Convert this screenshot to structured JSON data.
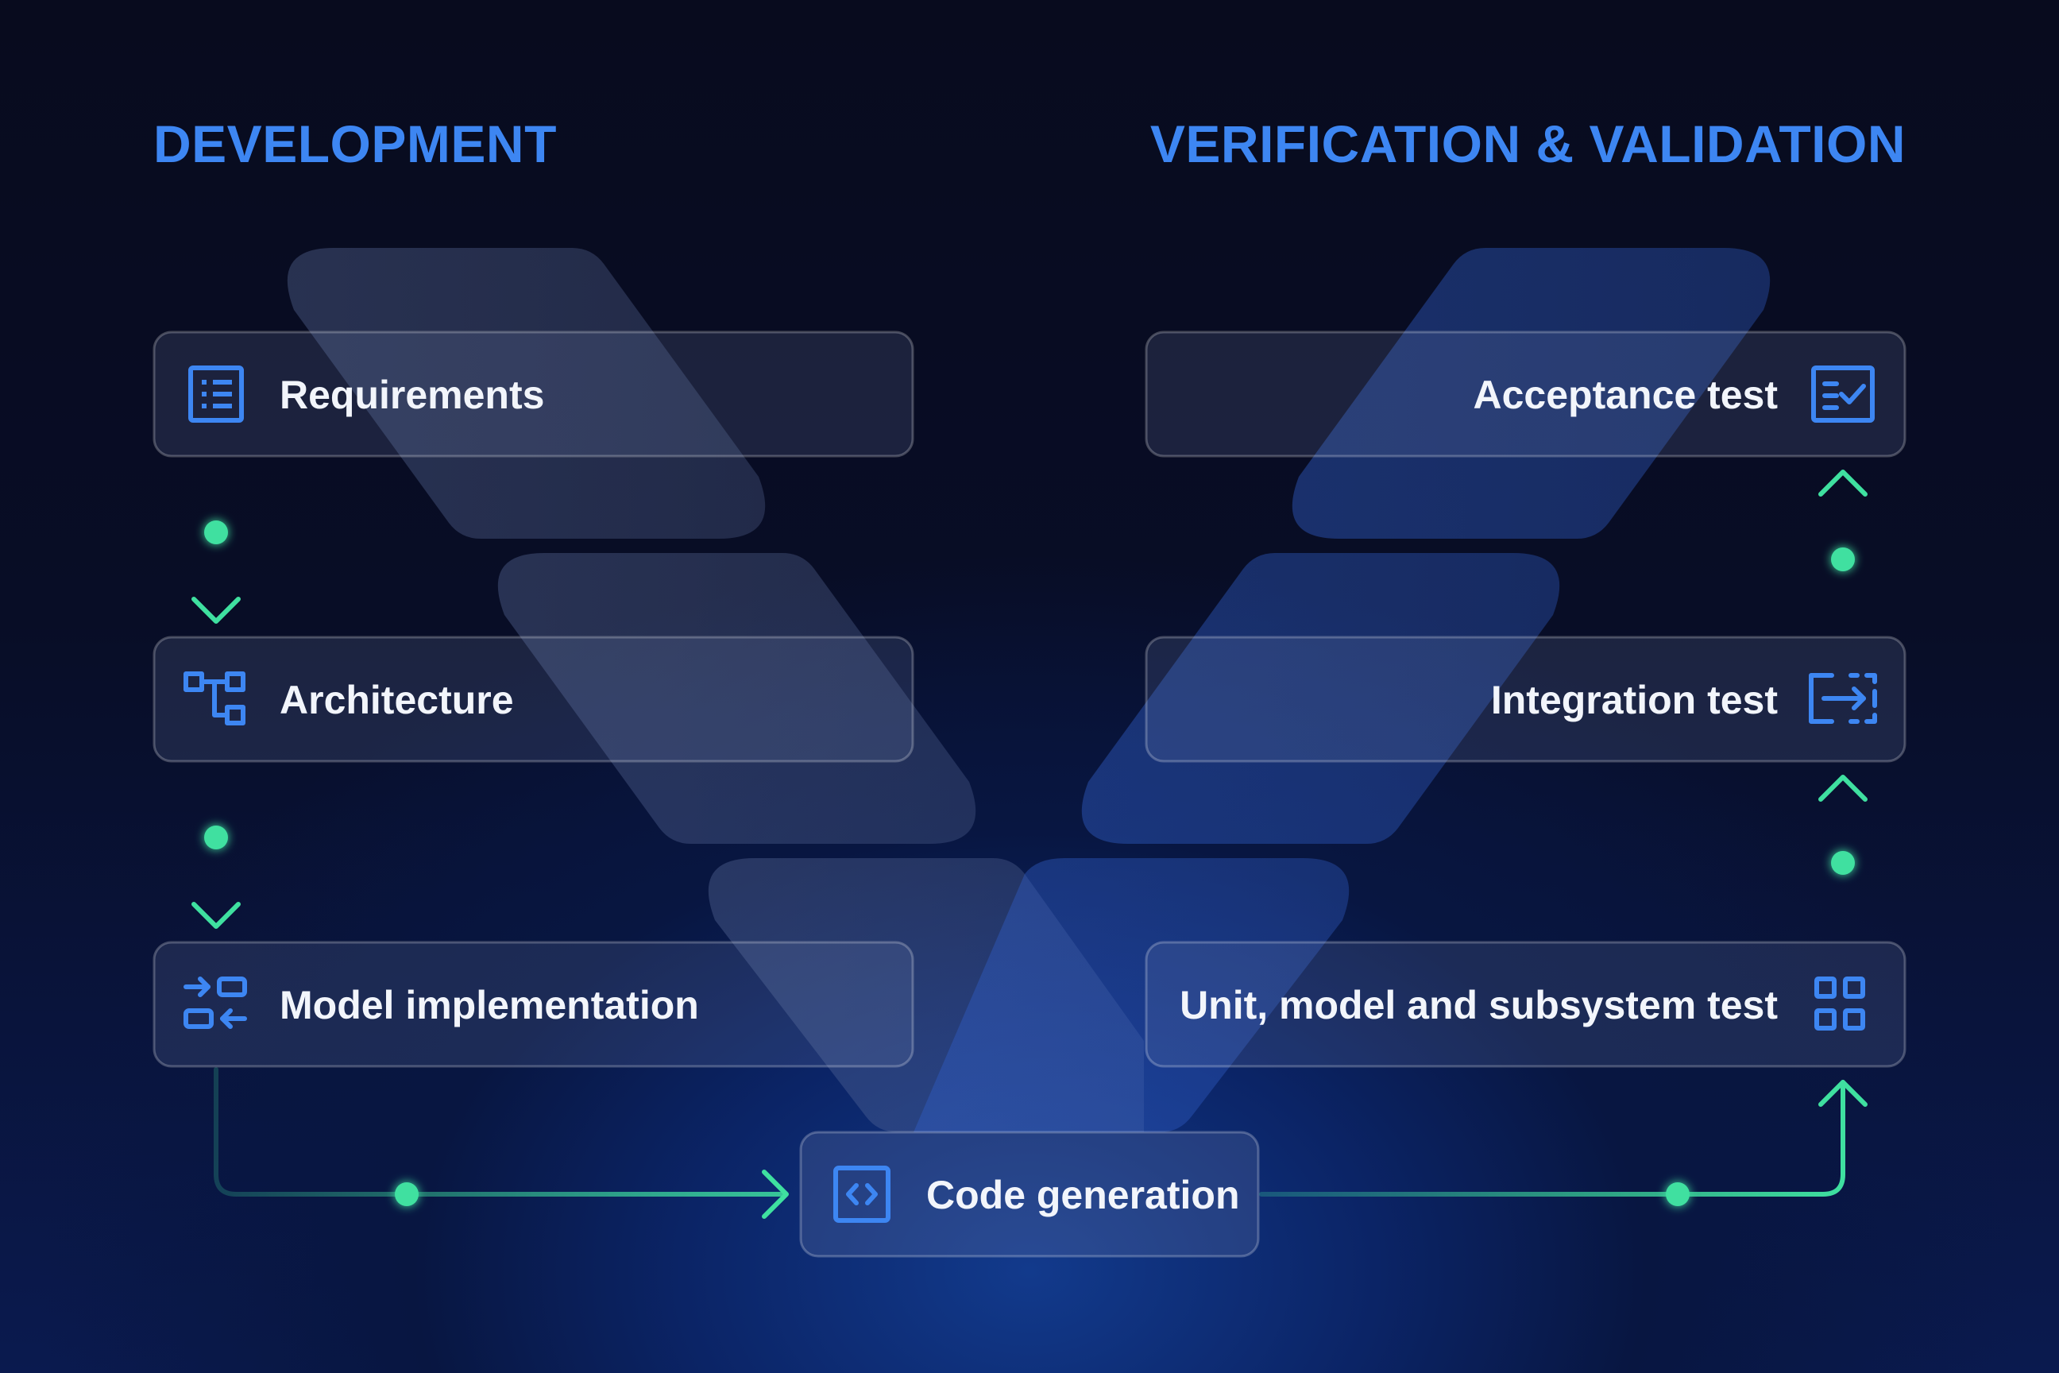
{
  "headings": {
    "development": "DEVELOPMENT",
    "verification": "VERIFICATION & VALIDATION"
  },
  "development_steps": [
    {
      "label": "Requirements",
      "icon": "list-document-icon"
    },
    {
      "label": "Architecture",
      "icon": "hierarchy-blocks-icon"
    },
    {
      "label": "Model implementation",
      "icon": "arrows-exchange-icon"
    }
  ],
  "bottom_step": {
    "label": "Code generation",
    "icon": "code-brackets-icon"
  },
  "verification_steps": [
    {
      "label": "Acceptance test",
      "icon": "checklist-icon"
    },
    {
      "label": "Integration test",
      "icon": "integration-arrow-icon"
    },
    {
      "label": "Unit, model and subsystem test",
      "icon": "grid-blocks-icon"
    }
  ],
  "colors": {
    "heading": "#3d86f2",
    "icon": "#3d86f2",
    "connector": "#3fe0a0",
    "card_text": "#f2f5fb"
  }
}
